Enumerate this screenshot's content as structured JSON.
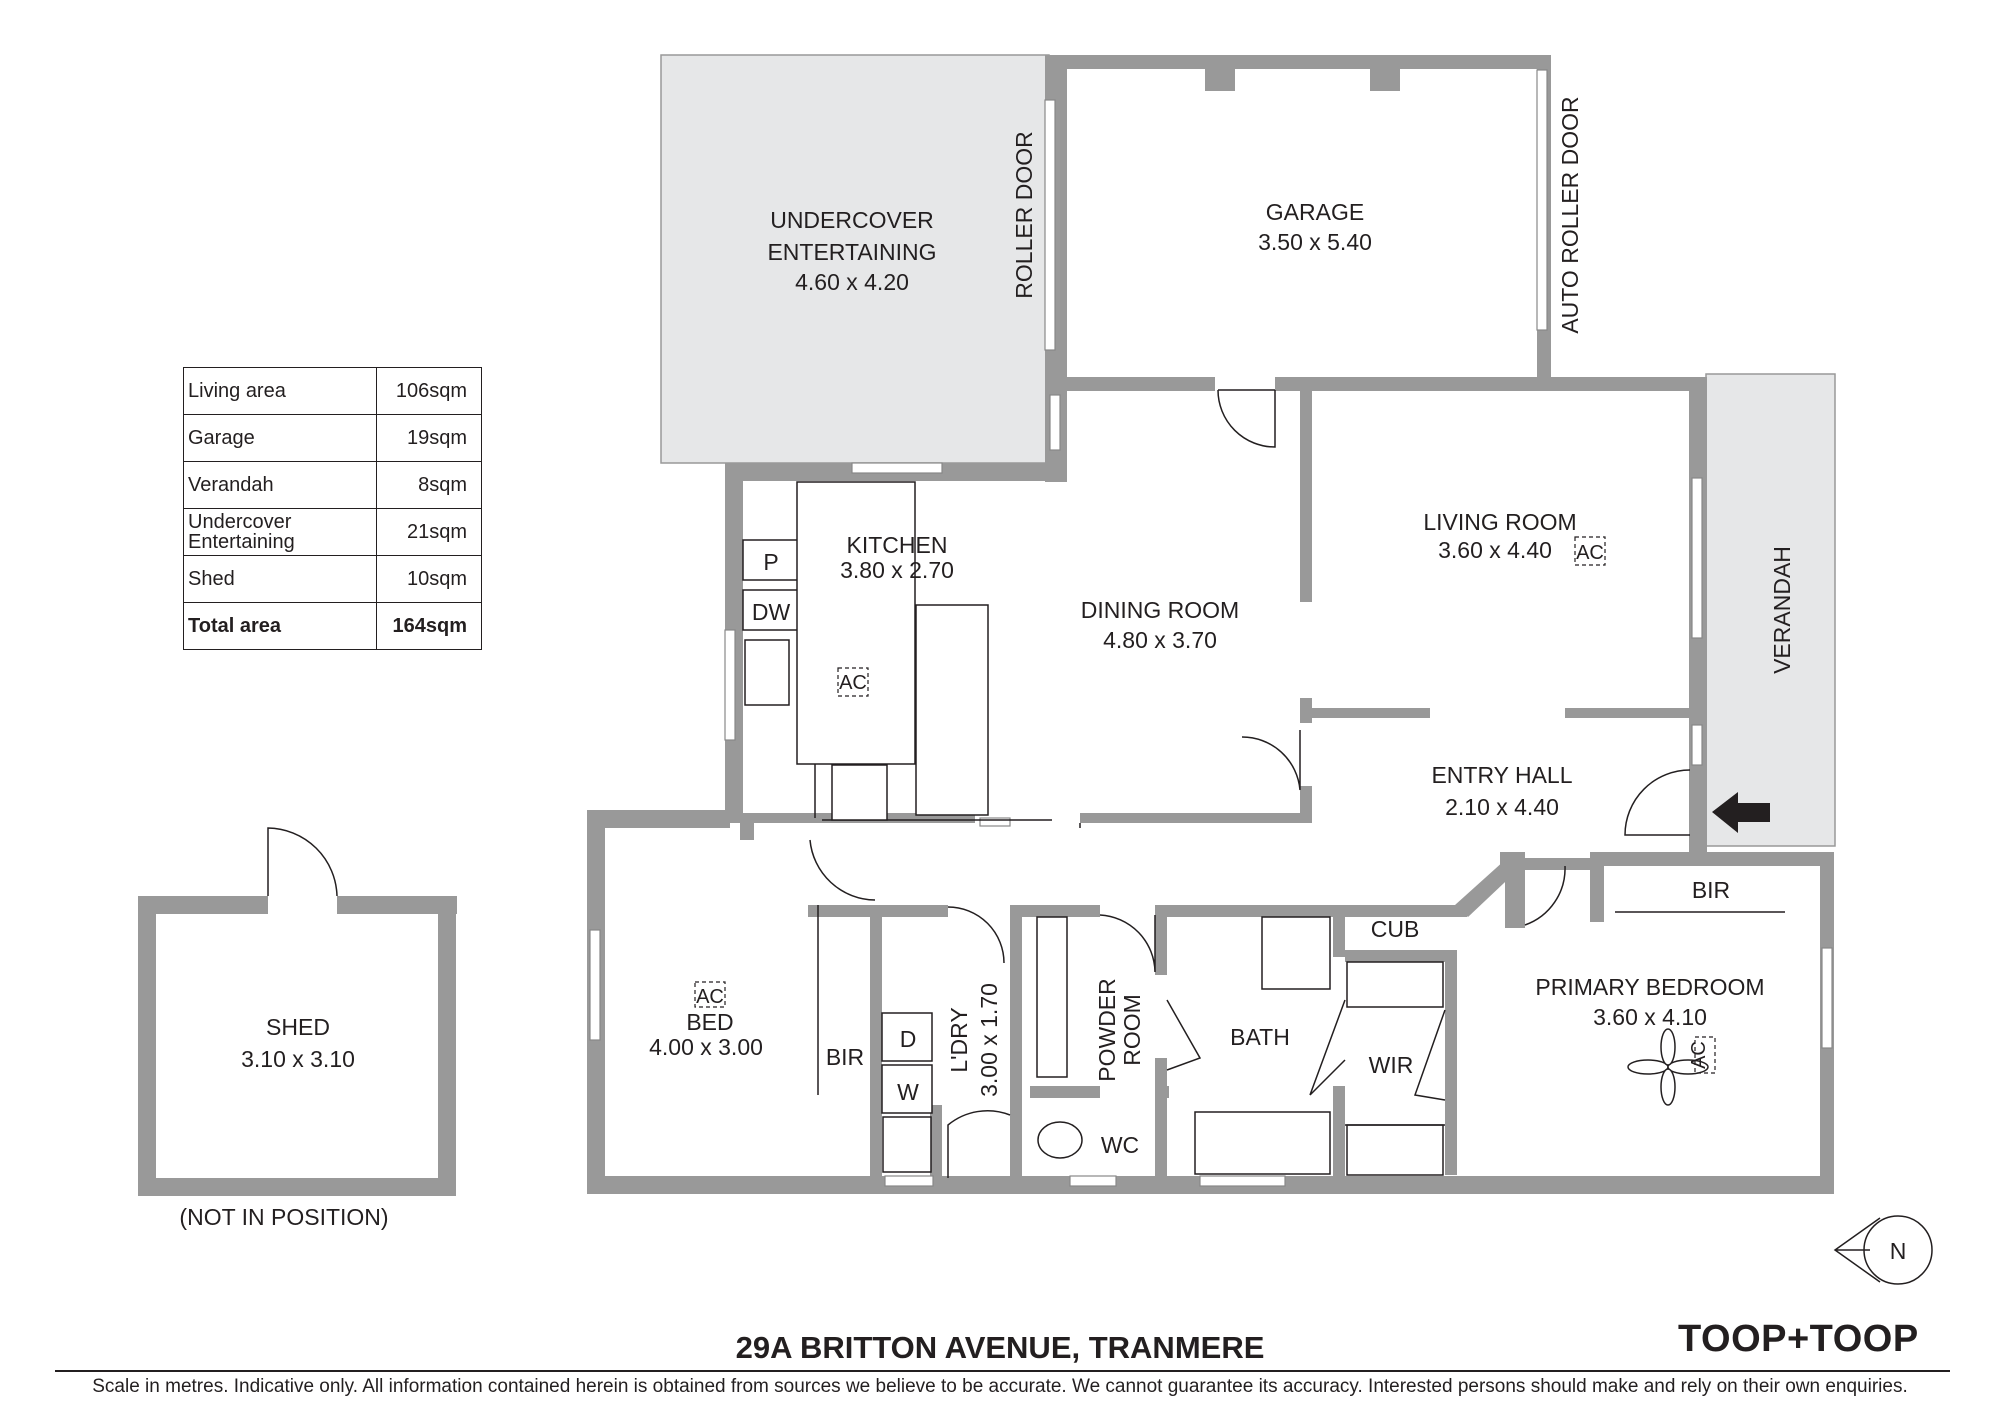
{
  "title": "29A BRITTON AVENUE, TRANMERE",
  "brand": "TOOP+TOOP",
  "disclaimer": "Scale in metres. Indicative only. All information contained herein is obtained from sources we believe to be accurate. We cannot guarantee its accuracy. Interested persons should make and rely on their own enquiries.",
  "areas": [
    {
      "label": "Living area",
      "value": "106sqm"
    },
    {
      "label": "Garage",
      "value": "19sqm"
    },
    {
      "label": "Verandah",
      "value": "8sqm"
    },
    {
      "label": "Undercover Entertaining",
      "value": "21sqm"
    },
    {
      "label": "Shed",
      "value": "10sqm"
    }
  ],
  "total": {
    "label": "Total area",
    "value": "164sqm"
  },
  "rooms": {
    "undercover": {
      "line1": "UNDERCOVER",
      "line2": "ENTERTAINING",
      "dims": "4.60 x 4.20"
    },
    "garage": {
      "name": "GARAGE",
      "dims": "3.50 x 5.40"
    },
    "kitchen": {
      "name": "KITCHEN",
      "dims": "3.80 x 2.70"
    },
    "dining": {
      "name": "DINING ROOM",
      "dims": "4.80 x 3.70"
    },
    "living": {
      "name": "LIVING ROOM",
      "dims": "3.60 x 4.40"
    },
    "entry": {
      "name": "ENTRY HALL",
      "dims": "2.10 x 4.40"
    },
    "bed": {
      "name": "BED",
      "dims": "4.00 x 3.00"
    },
    "laundry": {
      "name": "L'DRY",
      "dims": "3.00 x 1.70"
    },
    "powder": {
      "line1": "POWDER",
      "line2": "ROOM"
    },
    "bath": {
      "name": "BATH"
    },
    "wir": {
      "name": "WIR"
    },
    "cub": {
      "name": "CUB"
    },
    "wc": {
      "name": "WC"
    },
    "primary": {
      "name": "PRIMARY BEDROOM",
      "dims": "3.60 x 4.10"
    },
    "bir_primary": {
      "name": "BIR"
    },
    "bir_bed": {
      "name": "BIR"
    },
    "shed": {
      "name": "SHED",
      "dims": "3.10 x 3.10"
    },
    "verandah": {
      "name": "VERANDAH"
    }
  },
  "labels": {
    "roller_door": "ROLLER DOOR",
    "auto_roller_door": "AUTO ROLLER DOOR",
    "not_in_position": "(NOT IN POSITION)",
    "pantry": "P",
    "dishwasher": "DW",
    "dryer": "D",
    "washer": "W",
    "ac": "AC",
    "north": "N"
  },
  "colors": {
    "walls": "#999999",
    "verandah": "#e6e7e8",
    "undercover": "#e6e7e8",
    "text": "#231f20"
  }
}
